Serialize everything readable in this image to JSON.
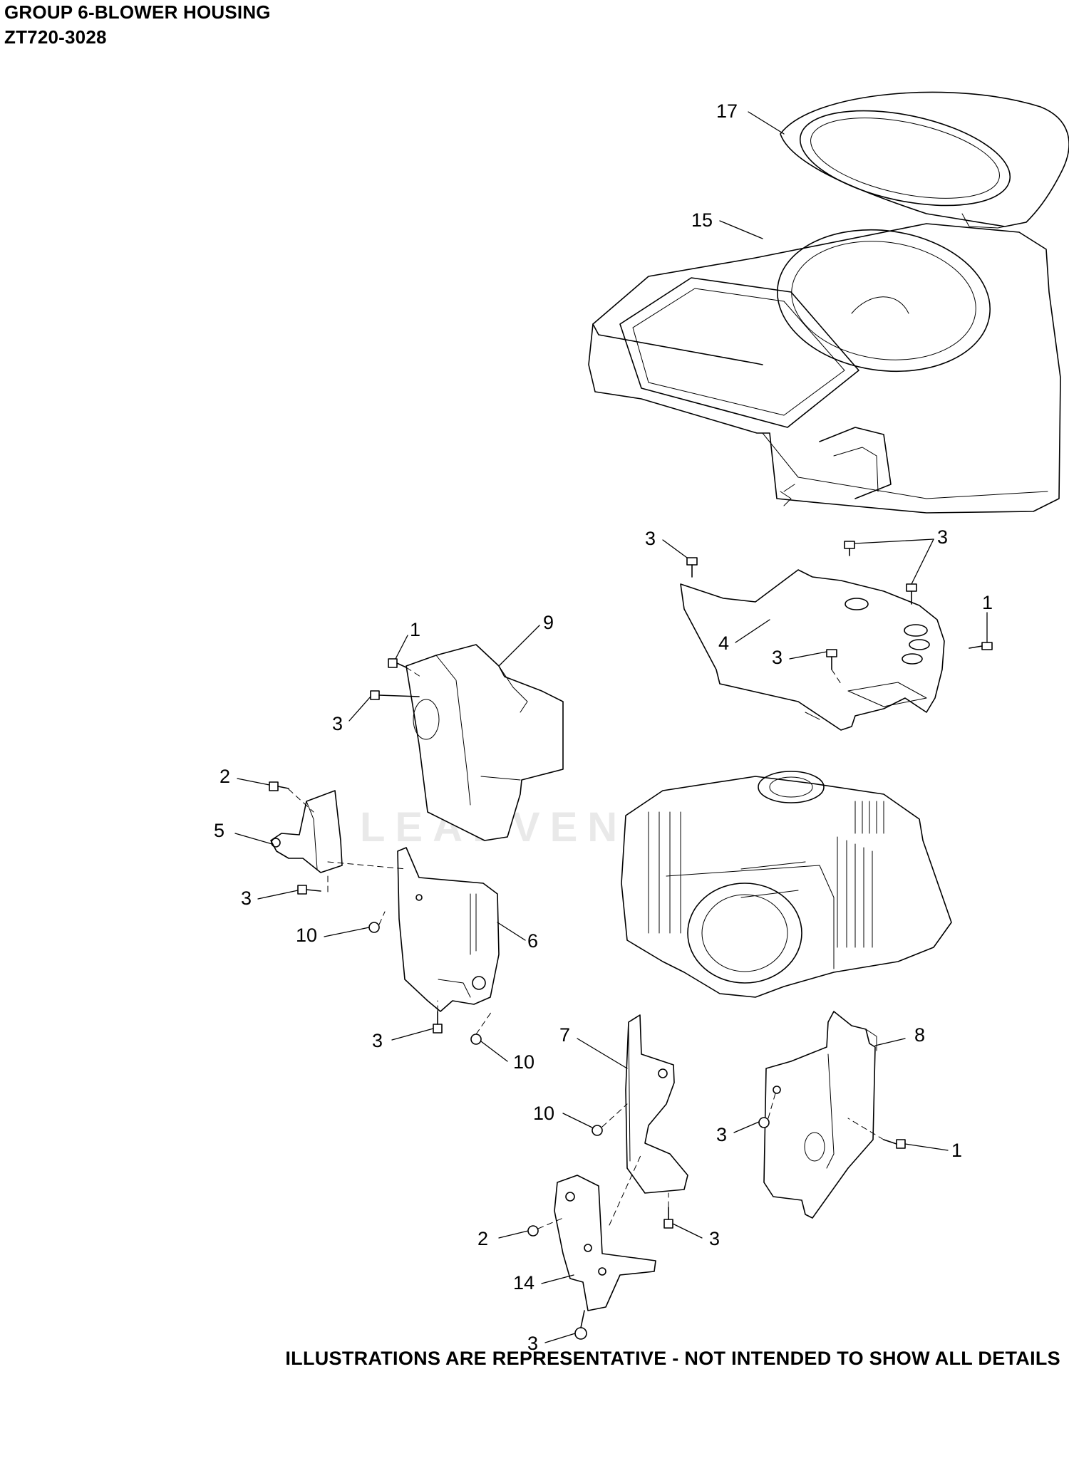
{
  "header": {
    "title": "GROUP 6-BLOWER HOUSING",
    "model": "ZT720-3028"
  },
  "footer": {
    "note": "ILLUSTRATIONS ARE REPRESENTATIVE - NOT INTENDED TO SHOW ALL DETAILS"
  },
  "watermark": {
    "text": "LEADVENTI"
  },
  "callouts": {
    "c17": "17",
    "c15": "15",
    "c3a": "3",
    "c3b": "3",
    "c1a": "1",
    "c4": "4",
    "c3c": "3",
    "c1b": "1",
    "c9": "9",
    "c3d": "3",
    "c2a": "2",
    "c5": "5",
    "c3e": "3",
    "c10a": "10",
    "c6": "6",
    "c3f": "3",
    "c10b": "10",
    "c7": "7",
    "c8": "8",
    "c10c": "10",
    "c3g": "3",
    "c1c": "1",
    "c2b": "2",
    "c3h": "3",
    "c14": "14",
    "c3i": "3"
  }
}
